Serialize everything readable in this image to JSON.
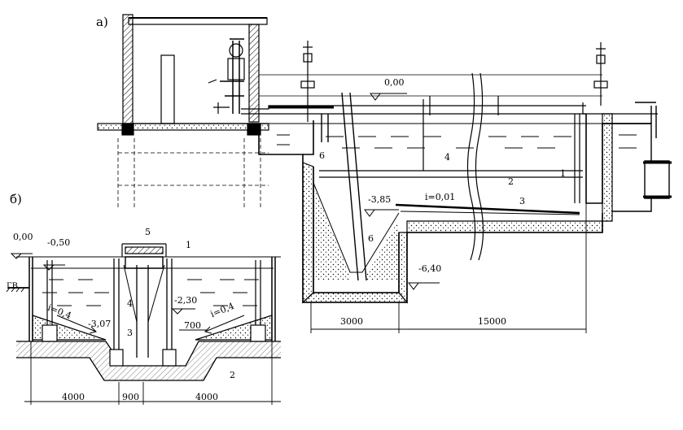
{
  "panels": {
    "a": {
      "label": "а)"
    },
    "b": {
      "label": "б)"
    }
  },
  "view_a": {
    "elevations": {
      "top": "0,00",
      "slope": "i=0,01",
      "mid": "-3,85",
      "bottom": "-6,40"
    },
    "dimensions": {
      "sump": "3000",
      "total": "15000"
    },
    "callouts": [
      "1",
      "2",
      "3",
      "4",
      "6",
      "6"
    ]
  },
  "view_b": {
    "elevations": {
      "top": "0,00",
      "water": "-0,50",
      "right": "-2,30",
      "left": "-3,07"
    },
    "slopes": {
      "left": "i=0,4",
      "right": "i=0,4"
    },
    "dimensions": {
      "left": "4000",
      "center": "900",
      "right": "4000",
      "inner": "700"
    },
    "callouts": [
      "5",
      "1",
      "4",
      "3",
      "2"
    ],
    "ground": "ГВ"
  },
  "colors": {
    "ink": "#000000",
    "paper": "#ffffff"
  }
}
